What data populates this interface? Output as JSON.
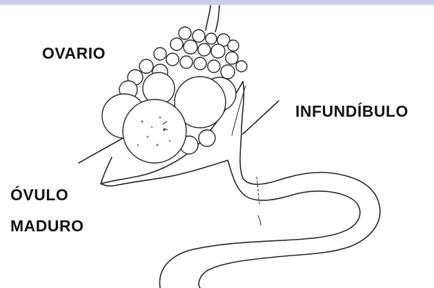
{
  "labels": {
    "ovario": "OVARIO",
    "infundibulo": "INFUNDÍBULO",
    "ovulo_line1": "ÓVULO",
    "ovulo_line2": "MADURO"
  },
  "colors": {
    "top_strip": "#c9cfe8",
    "ink": "#222222",
    "background": "#ffffff"
  }
}
